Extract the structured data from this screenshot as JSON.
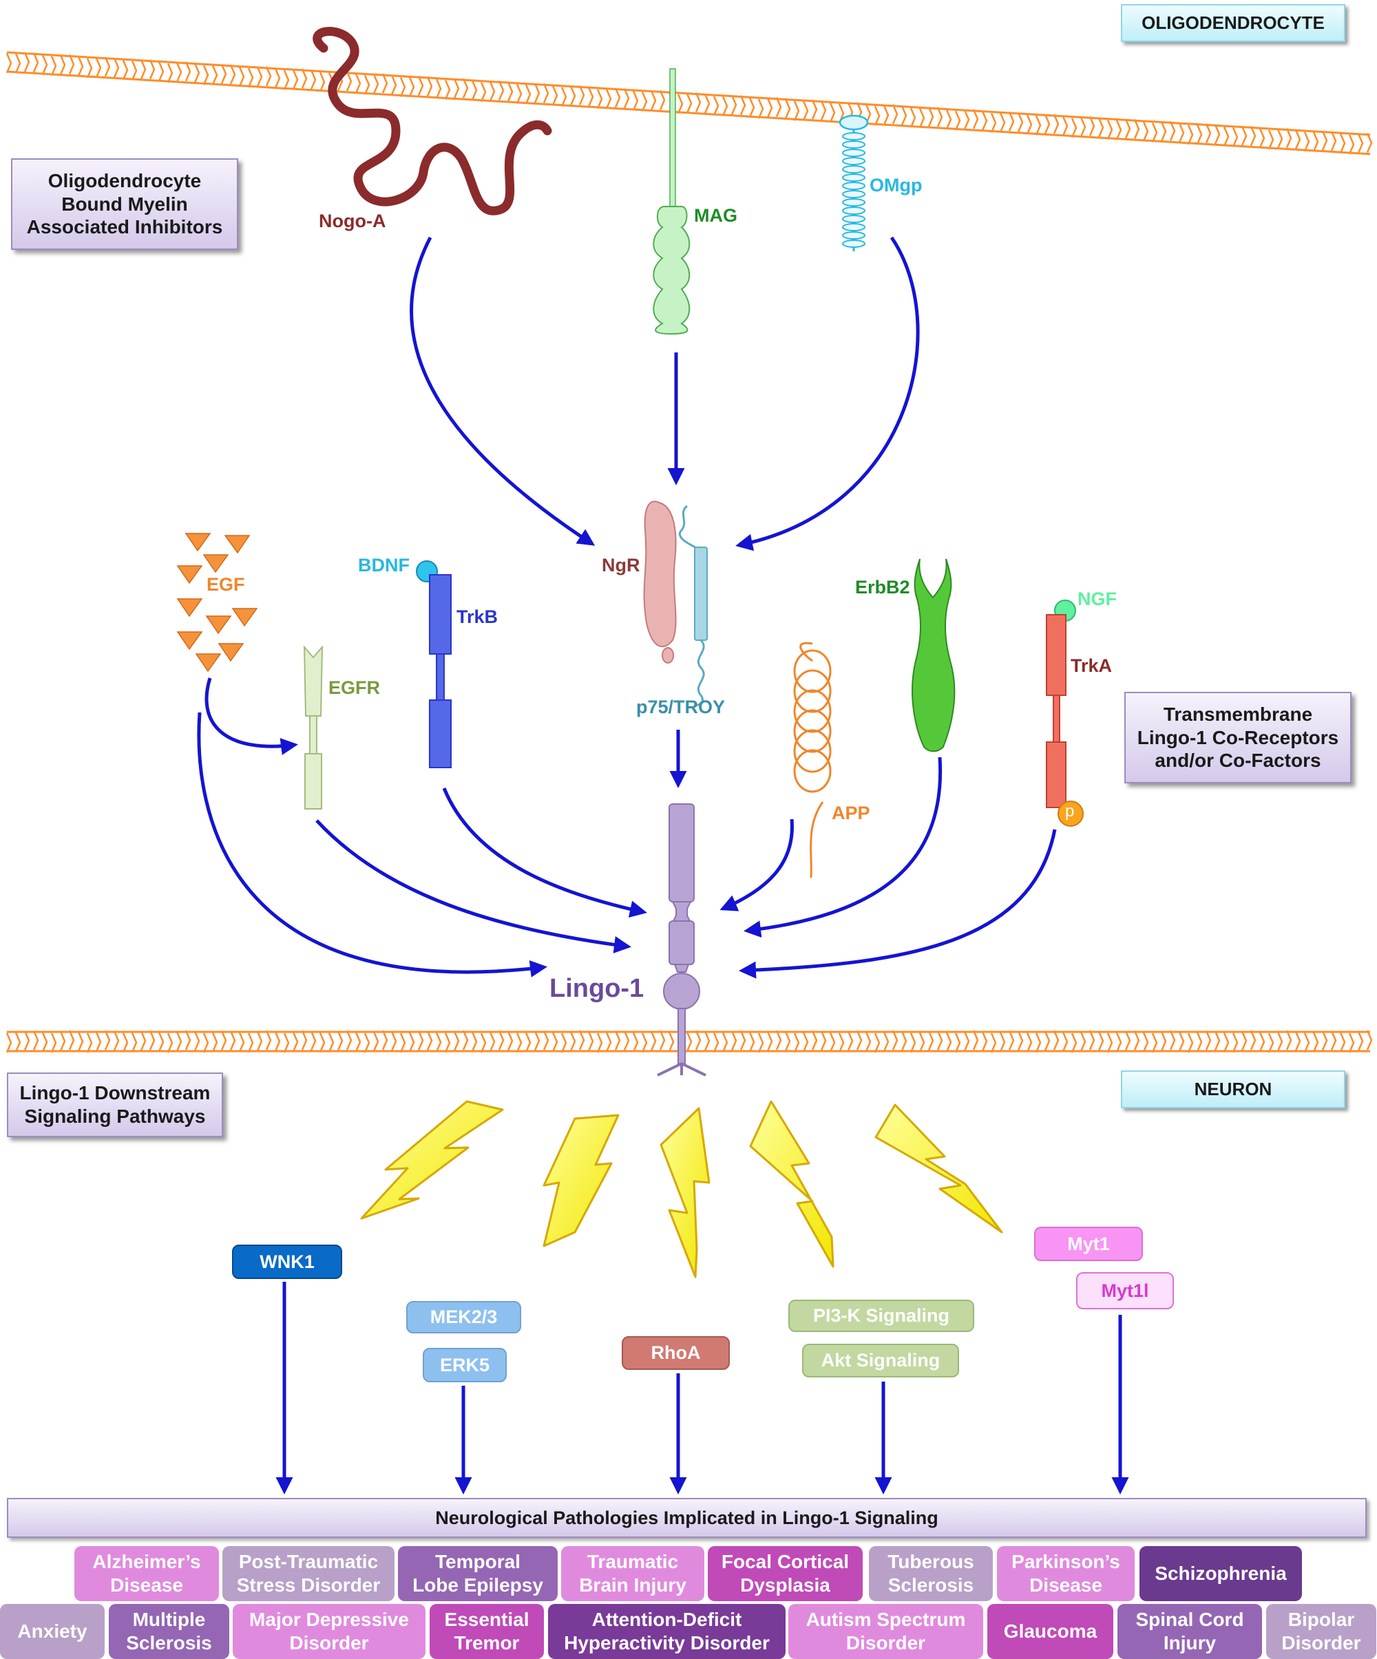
{
  "tags": {
    "oligodendrocyte": "OLIGODENDROCYTE",
    "neuron": "NEURON"
  },
  "side_boxes": {
    "myelin_inhibitors": [
      "Oligodendrocyte",
      "Bound Myelin",
      "Associated Inhibitors"
    ],
    "co_receptors": [
      "Transmembrane",
      "Lingo-1 Co-Receptors",
      "and/or Co-Factors"
    ],
    "downstream": [
      "Lingo-1 Downstream",
      "Signaling Pathways"
    ]
  },
  "molecules": {
    "nogo_a": "Nogo-A",
    "mag": "MAG",
    "omgp": "OMgp",
    "ngr": "NgR",
    "p75_troy": "p75/TROY",
    "egf": "EGF",
    "egfr": "EGFR",
    "bdnf": "BDNF",
    "trkb": "TrkB",
    "app": "APP",
    "erbb2": "ErbB2",
    "ngf": "NGF",
    "trka": "TrkA",
    "phospho": "p",
    "lingo1": "Lingo-1"
  },
  "pathways": {
    "wnk1": "WNK1",
    "mek23": "MEK2/3",
    "erk5": "ERK5",
    "rhoa": "RhoA",
    "pi3k": "PI3-K Signaling",
    "akt": "Akt Signaling",
    "myt1": "Myt1",
    "myt1l": "Myt1l"
  },
  "pathologies_title": "Neurological Pathologies Implicated in Lingo-1 Signaling",
  "pathologies_row1": [
    [
      "Alzheimer’s",
      "Disease"
    ],
    [
      "Post-Traumatic",
      "Stress Disorder"
    ],
    [
      "Temporal",
      "Lobe Epilepsy"
    ],
    [
      "Traumatic",
      "Brain Injury"
    ],
    [
      "Focal Cortical",
      "Dysplasia"
    ],
    [
      "Tuberous",
      "Sclerosis"
    ],
    [
      "Parkinson’s",
      "Disease"
    ],
    [
      "Schizophrenia"
    ]
  ],
  "pathologies_row2": [
    [
      "Anxiety"
    ],
    [
      "Multiple",
      "Sclerosis"
    ],
    [
      "Major Depressive",
      "Disorder"
    ],
    [
      "Essential",
      "Tremor"
    ],
    [
      "Attention-Deficit",
      "Hyperactivity Disorder"
    ],
    [
      "Autism Spectrum",
      "Disorder"
    ],
    [
      "Glaucoma"
    ],
    [
      "Spinal Cord",
      "Injury"
    ],
    [
      "Bipolar",
      "Disorder"
    ]
  ],
  "colors": {
    "arrow": "#1414d2",
    "nogo": "#8b2b2b",
    "mag": "#1e8c28",
    "omgp": "#27b8e0",
    "ngr_label": "#8b3a3a",
    "p75": "#3a8fa8",
    "egf": "#f0862a",
    "egfr": "#7a9a3c",
    "bdnf": "#27b8e0",
    "trkb": "#2a36c8",
    "app": "#f0862a",
    "erbb2": "#1e8c28",
    "ngf": "#5ff0a0",
    "trka": "#8b2b2b",
    "lingo": "#6a4a9a",
    "membrane": "#ff8c2a"
  }
}
